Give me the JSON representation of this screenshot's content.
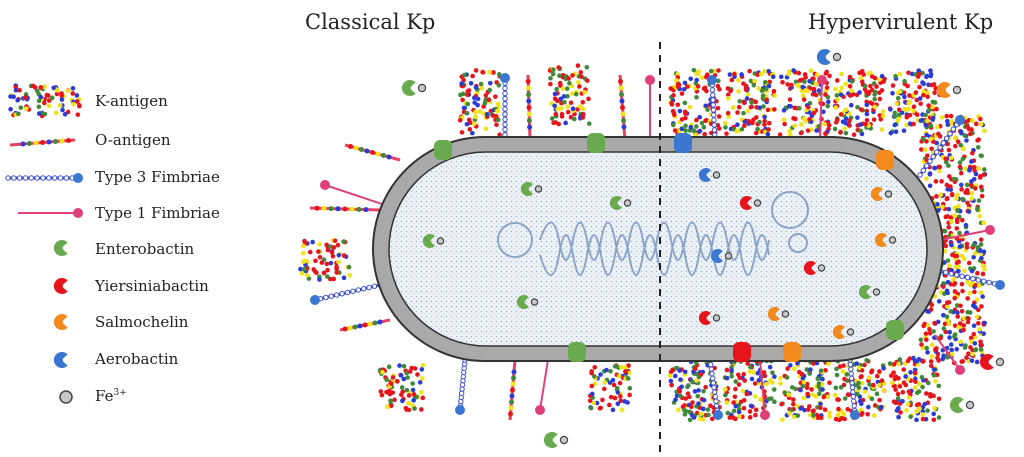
{
  "titles": {
    "left": "Classical Kp",
    "right": "Hypervirulent Kp"
  },
  "legend": [
    {
      "label": "K-antigen",
      "icon": "k-antigen-icon"
    },
    {
      "label": "O-antigen",
      "icon": "o-antigen-icon"
    },
    {
      "label": "Type 3 Fimbriae",
      "icon": "type3-fimbriae-icon",
      "color": "#3b4fd0"
    },
    {
      "label": "Type 1 Fimbriae",
      "icon": "type1-fimbriae-icon",
      "color": "#e0407a"
    },
    {
      "label": "Enterobactin",
      "icon": "siderophore-icon",
      "color": "#6aaa4f"
    },
    {
      "label": "Yiersiniabactin",
      "icon": "siderophore-icon",
      "color": "#e8141c"
    },
    {
      "label": "Salmochelin",
      "icon": "siderophore-icon",
      "color": "#f28a1e"
    },
    {
      "label": "Aerobactin",
      "icon": "siderophore-icon",
      "color": "#3a76d2"
    },
    {
      "label": "Fe",
      "sup": "3+",
      "icon": "iron-icon",
      "color": "#c8c8c8"
    }
  ]
}
